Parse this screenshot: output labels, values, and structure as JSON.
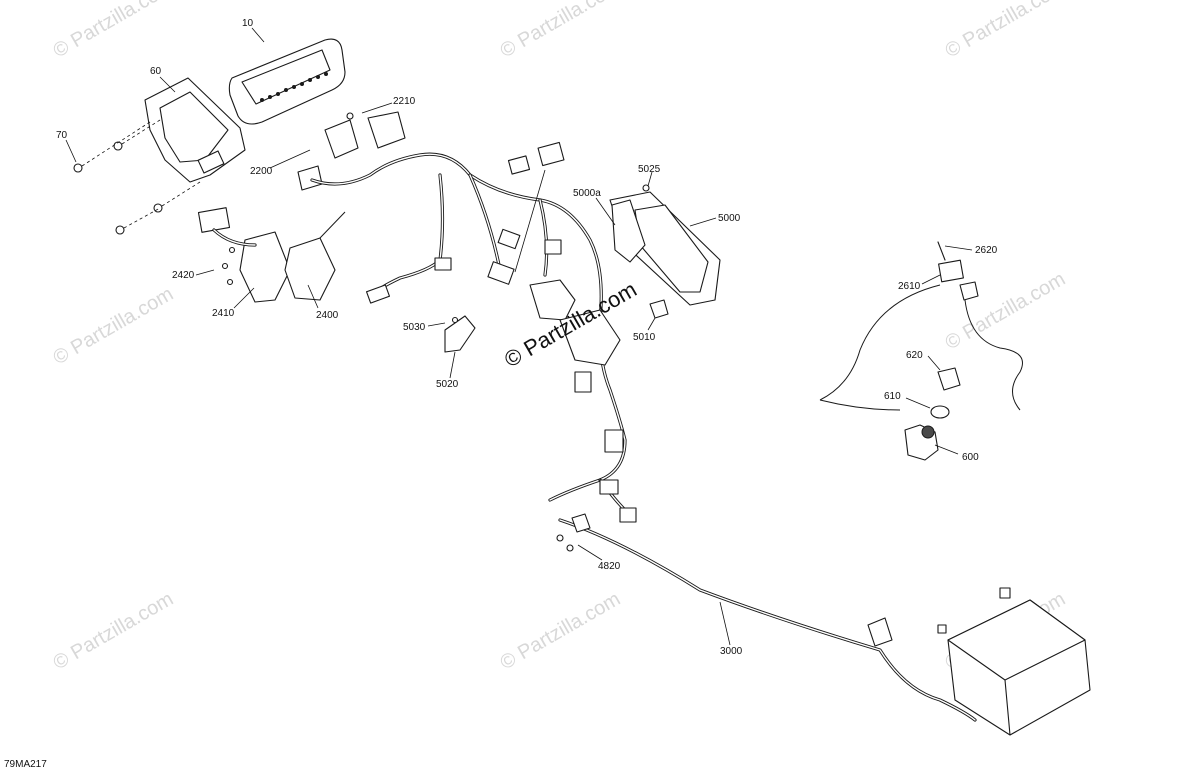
{
  "watermark": {
    "text": "© Partzilla.com",
    "center_text": "© Partzilla.com"
  },
  "diagram_code": "79MA217",
  "callouts": {
    "c10": "10",
    "c60": "60",
    "c70": "70",
    "c2210": "2210",
    "c2200": "2200",
    "c2420": "2420",
    "c2410": "2410",
    "c2400": "2400",
    "c5030": "5030",
    "c5020": "5020",
    "c5025": "5025",
    "c5000a": "5000a",
    "c5000": "5000",
    "c5010": "5010",
    "c2620": "2620",
    "c2610": "2610",
    "c620": "620",
    "c610": "610",
    "c600": "600",
    "c4820": "4820",
    "c3000": "3000"
  }
}
